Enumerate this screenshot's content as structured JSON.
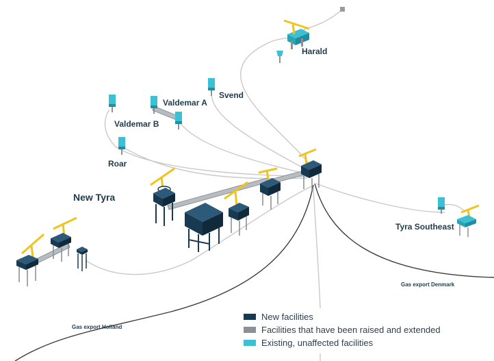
{
  "labels": {
    "harald": "Harald",
    "svend": "Svend",
    "valdemar_a": "Valdemar A",
    "valdemar_b": "Valdemar B",
    "roar": "Roar",
    "new_tyra": "New Tyra",
    "tyra_southeast": "Tyra Southeast",
    "gas_export_denmark": "Gas export Denmark",
    "gas_export_holland": "Gas export Holland"
  },
  "legend": {
    "items": [
      {
        "label": "New facilities",
        "color": "#173a52"
      },
      {
        "label": "Facilities that have been raised and extended",
        "color": "#8b9197"
      },
      {
        "label": "Existing, unaffected facilities",
        "color": "#3cc1d4"
      }
    ]
  },
  "colors": {
    "new": "#173a52",
    "raised": "#8b9197",
    "existing": "#3cc1d4",
    "crane": "#f2c31b",
    "pipeline": "#c8c8c8",
    "export": "#3a3a3a"
  }
}
